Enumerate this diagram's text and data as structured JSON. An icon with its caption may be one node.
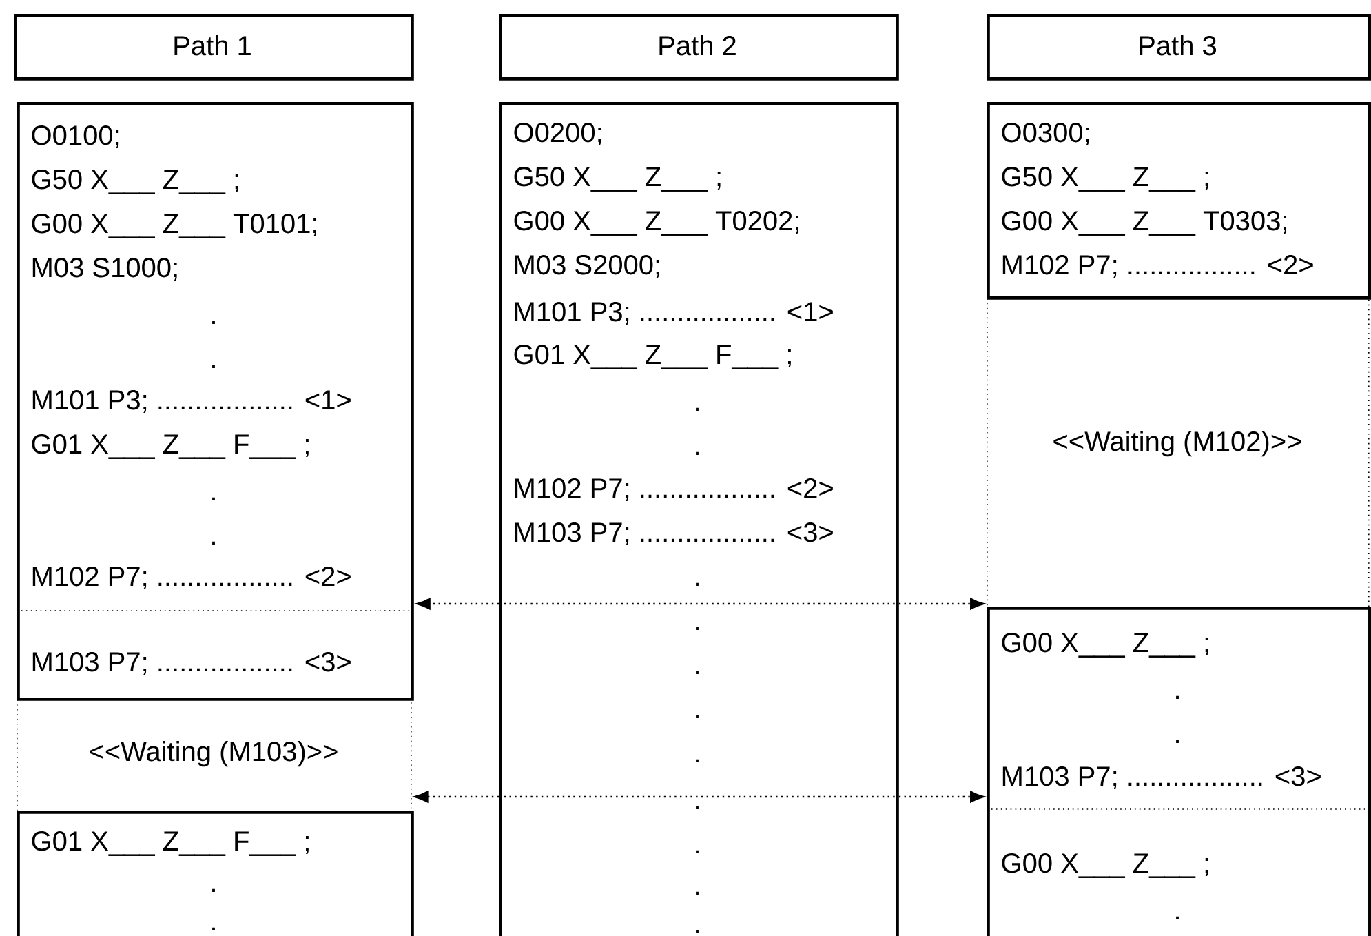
{
  "diagram": {
    "nodes": [
      {
        "text": [
          "Path 1"
        ]
      },
      {
        "text": [
          "Path 2"
        ]
      },
      {
        "text": [
          "Path 3"
        ]
      },
      {
        "text": [
          "O0100;",
          "G50 X___ Z___ ;",
          "G00 X___ Z___ T0101;",
          "M03 S1000;",
          ".",
          ".",
          "M101 P3; .................. <1>",
          "G01 X___ Z___ F___ ;",
          ".",
          ".",
          "M102 P7; .................. <2>",
          "M103 P7; .................. <3>"
        ]
      },
      {
        "text": [
          "<<Waiting (M103)>>"
        ]
      },
      {
        "text": [
          "G01 X___ Z___ F___ ;",
          ".",
          "."
        ]
      },
      {
        "text": [
          "O0200;",
          "G50 X___ Z___ ;",
          "G00 X___ Z___ T0202;",
          "M03 S2000;",
          "M101 P3; .................. <1>",
          "G01 X___ Z___ F___ ;",
          ".",
          ".",
          "M102 P7; .................. <2>",
          "M103 P7; .................. <3>",
          ".",
          ".",
          ".",
          ".",
          ".",
          ".",
          ".",
          ".",
          "."
        ]
      },
      {
        "text": [
          "O0300;",
          "G50 X___ Z___ ;",
          "G00 X___ Z___ T0303;",
          "M102 P7; ................. <2>"
        ]
      },
      {
        "text": [
          "<<Waiting (M102)>>"
        ]
      },
      {
        "text": [
          "G00 X___ Z___ ;",
          ".",
          ".",
          "M103 P7; .................. <3>",
          "G00 X___ Z___ ;",
          "."
        ]
      }
    ],
    "edges": [
      {
        "from": 6,
        "to": 3,
        "arrow": "to",
        "style": "dashed"
      },
      {
        "from": 6,
        "to": 9,
        "arrow": "to",
        "style": "dashed"
      },
      {
        "from": 6,
        "to": 4,
        "arrow": "to",
        "style": "dashed"
      },
      {
        "from": 6,
        "to": 9,
        "arrow": "to",
        "style": "dashed"
      }
    ]
  }
}
